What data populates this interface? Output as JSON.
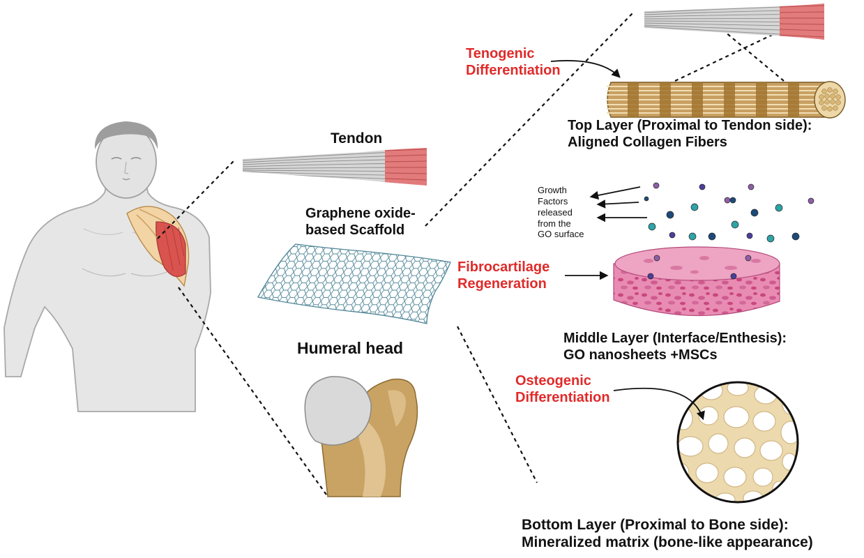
{
  "figure": {
    "labels": {
      "tendon": "Tendon",
      "scaffold": [
        "Graphene oxide-",
        "based Scaffold"
      ],
      "humeral_head": "Humeral head",
      "tenogenic": [
        "Tenogenic",
        "Differentiation"
      ],
      "fibrocartilage": [
        "Fibrocartilage",
        "Regeneration"
      ],
      "osteogenic": [
        "Osteogenic",
        "Differentiation"
      ],
      "growth_factors": [
        "Growth",
        "Factors",
        "released",
        "from the",
        "GO surface"
      ],
      "top_layer": [
        "Top Layer (Proximal to Tendon side):",
        "Aligned Collagen Fibers"
      ],
      "middle_layer": [
        "Middle Layer (Interface/Enthesis):",
        "GO nanosheets +MSCs"
      ],
      "bottom_layer": [
        "Bottom Layer (Proximal to Bone side):",
        "Mineralized matrix (bone-like appearance)"
      ]
    },
    "colors": {
      "emphasis_red": "#e02a2a",
      "muscle_red": "#d9534f",
      "skin_gray": "#e6e6e6",
      "graphene_blue": "#4f8597",
      "collagen_brown": "#c9a063",
      "cartilage_pink": "#e07aa6",
      "bone_beige": "#ecd9ad"
    },
    "icons": [
      "human-torso-icon",
      "tendon-icon",
      "graphene-sheet-icon",
      "humerus-icon",
      "collagen-fiber-icon",
      "fibrocartilage-disc-icon",
      "bone-matrix-icon"
    ]
  }
}
